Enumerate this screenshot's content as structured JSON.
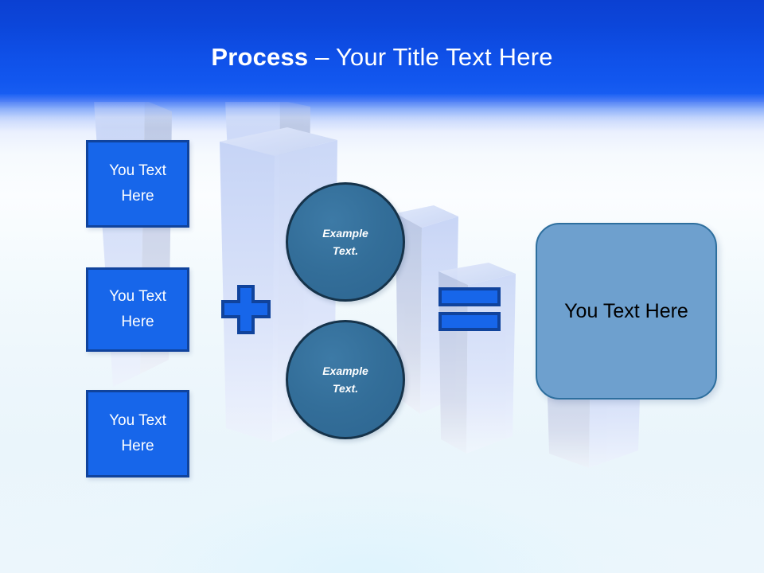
{
  "slide": {
    "title_strong": "Process",
    "title_rest": " – Your Title Text Here",
    "background_top_color": "#0c46da",
    "background_bottom_color": "#edf6fc"
  },
  "inputs": {
    "box_fill": "#1766ea",
    "box_border": "#10439c",
    "items": [
      {
        "line1": "You Text",
        "line2": "Here"
      },
      {
        "line1": "You Text",
        "line2": "Here"
      },
      {
        "line1": "You Text",
        "line2": "Here"
      }
    ]
  },
  "operators": {
    "plus": {
      "name": "plus-sign",
      "glyph": "+",
      "fill": "#1766ea",
      "border": "#10439c"
    },
    "equals": {
      "name": "equals-sign",
      "glyph": "=",
      "fill": "#1766ea",
      "border": "#10439c"
    }
  },
  "middle": {
    "circle_fill": "#336e99",
    "circle_border": "#16334a",
    "items": [
      {
        "line1": "Example",
        "line2": "Text."
      },
      {
        "line1": "Example",
        "line2": "Text."
      }
    ]
  },
  "output": {
    "label": "You Text Here",
    "fill": "#6ea0ce",
    "border": "#2e6f9e",
    "text_color": "#000000"
  }
}
